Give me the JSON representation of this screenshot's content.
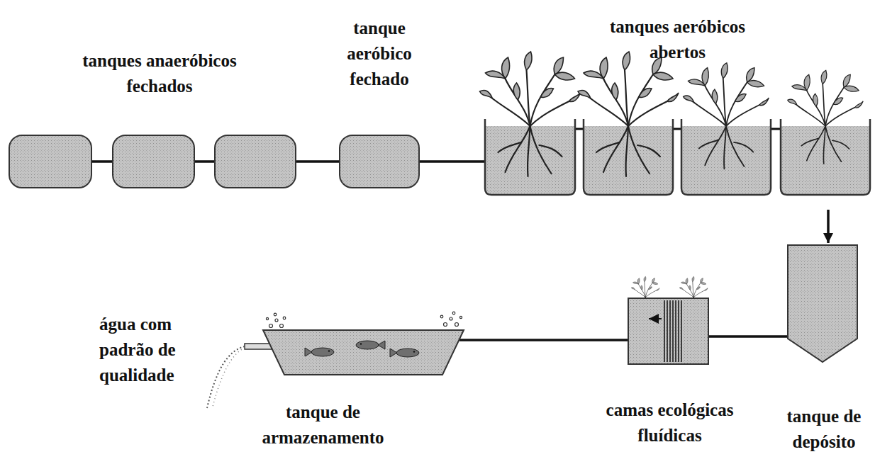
{
  "diagram": {
    "nodes": [
      {
        "text": [
          "tanques anaeróbicos fechados"
        ]
      },
      {
        "text": [
          "tanque aeróbico fechado"
        ]
      },
      {
        "text": [
          "tanques aeróbicos abertos"
        ]
      },
      {
        "text": [
          "tanque de depósito"
        ]
      },
      {
        "text": [
          "camas ecológicas fluídicas"
        ]
      },
      {
        "text": [
          "tanque de armazenamento"
        ]
      }
    ],
    "edges": [
      {
        "from": 0,
        "to": 1,
        "arrow": "none"
      },
      {
        "from": 1,
        "to": 2,
        "arrow": "none"
      },
      {
        "from": 2,
        "to": 3,
        "arrow": "to"
      },
      {
        "from": 3,
        "to": 4,
        "arrow": "none"
      },
      {
        "from": 4,
        "to": 5,
        "arrow": "none"
      }
    ],
    "labels": [
      "água com padrão de qualidade"
    ]
  }
}
